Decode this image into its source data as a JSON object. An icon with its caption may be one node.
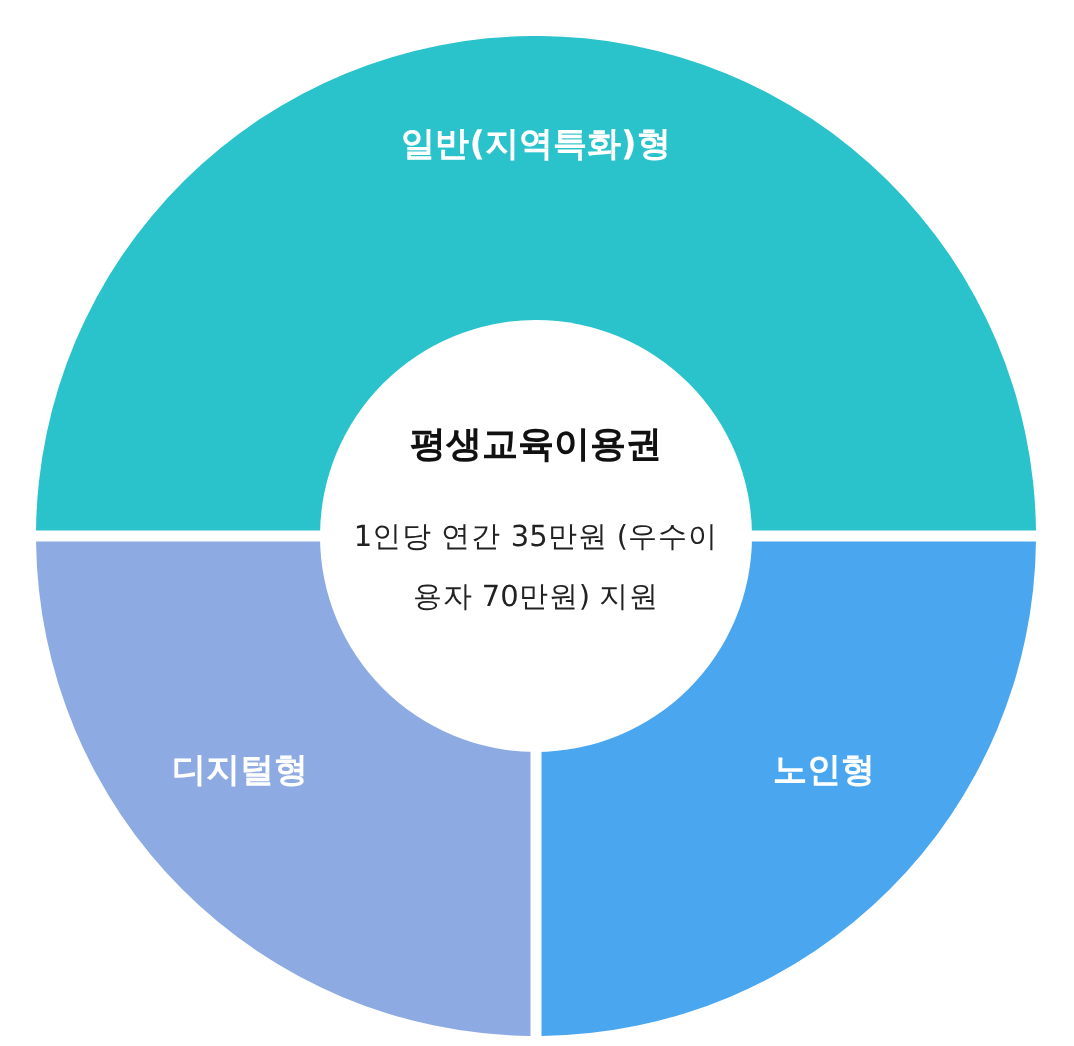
{
  "diagram": {
    "nodes": [
      {
        "text": [
          "일반(지역특화)형"
        ]
      },
      {
        "text": [
          "평생교육이용권",
          "1인당 연간 35만원 (우수이용자 70만원) 지원"
        ]
      },
      {
        "text": [
          "디지털형"
        ]
      },
      {
        "text": [
          "노인형"
        ]
      }
    ]
  }
}
